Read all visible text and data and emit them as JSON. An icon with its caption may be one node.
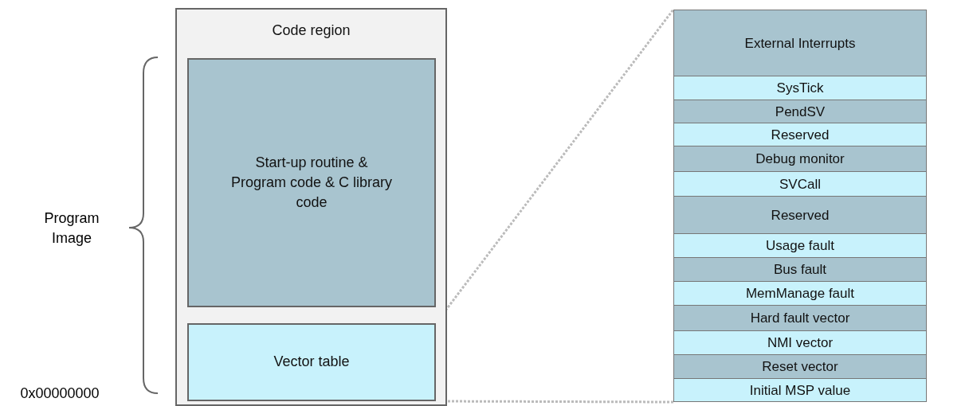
{
  "diagram": {
    "nodes": [
      {
        "text": [
          "Code region"
        ]
      },
      {
        "text": [
          "Start-up routine & Program code & C library code"
        ],
        "in": 0
      },
      {
        "text": [
          "Vector table"
        ],
        "in": 0
      },
      {
        "text": [
          "External Interrupts"
        ]
      },
      {
        "text": [
          "SysTick"
        ]
      },
      {
        "text": [
          "PendSV"
        ]
      },
      {
        "text": [
          "Reserved"
        ]
      },
      {
        "text": [
          "Debug monitor"
        ]
      },
      {
        "text": [
          "SVCall"
        ]
      },
      {
        "text": [
          "Reserved"
        ]
      },
      {
        "text": [
          "Usage fault"
        ]
      },
      {
        "text": [
          "Bus fault"
        ]
      },
      {
        "text": [
          "MemManage fault"
        ]
      },
      {
        "text": [
          "Hard fault vector"
        ]
      },
      {
        "text": [
          "NMI vector"
        ]
      },
      {
        "text": [
          "Reset vector"
        ]
      },
      {
        "text": [
          "Initial MSP value"
        ]
      }
    ],
    "edges": [
      {
        "from": 2,
        "to": 3,
        "arrow": "none",
        "style": "dashed"
      },
      {
        "from": 2,
        "to": 16,
        "arrow": "none",
        "style": "dashed"
      }
    ],
    "labels": [
      "Program Image",
      "0x00000000"
    ]
  }
}
